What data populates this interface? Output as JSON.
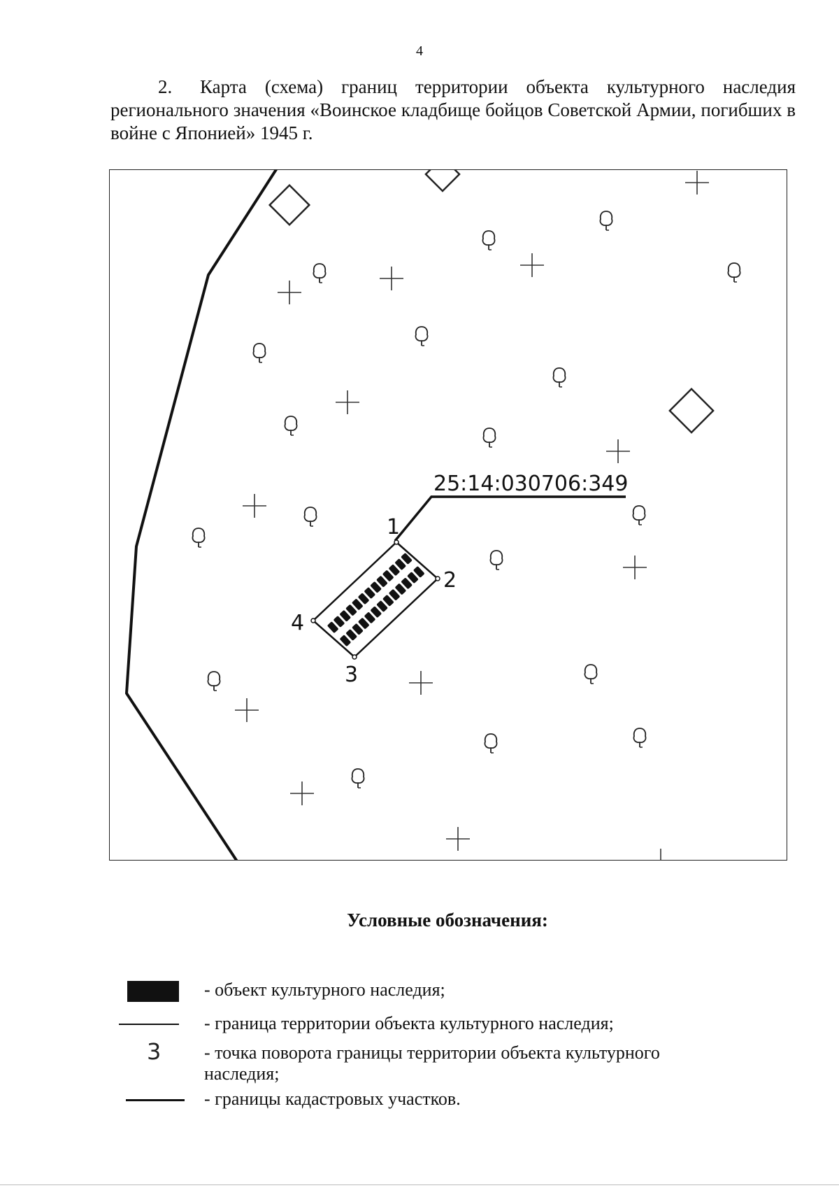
{
  "page": {
    "number": "4",
    "heading_number": "2.",
    "heading_text": "Карта (схема) границ территории объекта культурного наследия регионального значения «Воинское кладбище бойцов Советской Армии, погибших в войне с Японией» 1945 г."
  },
  "map": {
    "cadastral_number": "25:14:030706:349",
    "turning_points": [
      "1",
      "2",
      "3",
      "4"
    ],
    "symbols": {
      "tree": "tree-icon",
      "cross": "grave-cross-icon",
      "building": "building-square-icon"
    },
    "colors": {
      "ink": "#111111",
      "paper": "#ffffff"
    }
  },
  "legend": {
    "title": "Условные обозначения:",
    "items": [
      {
        "symbol": "filled-rectangle",
        "text": "- объект культурного наследия;"
      },
      {
        "symbol": "thin-line",
        "text": "- граница территории объекта культурного наследия;"
      },
      {
        "symbol": "digit",
        "digit": "3",
        "text": "- точка поворота границы территории объекта культурного наследия;"
      },
      {
        "symbol": "thick-line",
        "text": "- границы кадастровых участков."
      }
    ]
  }
}
